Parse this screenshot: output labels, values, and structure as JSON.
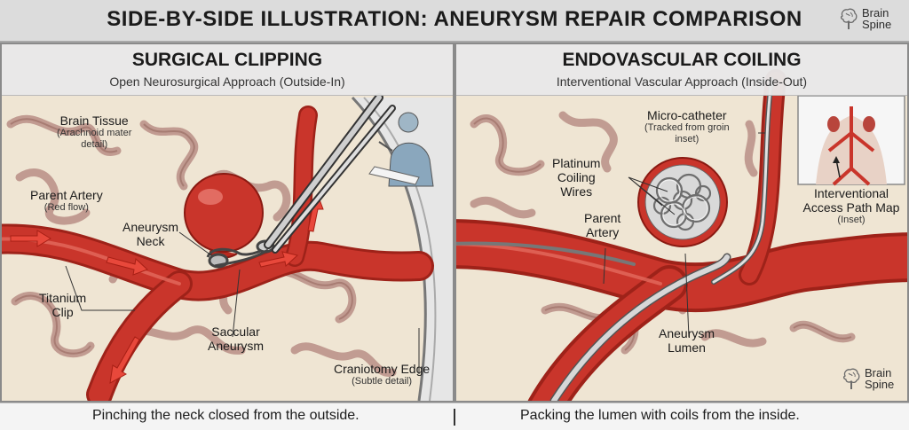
{
  "title": "SIDE-BY-SIDE ILLUSTRATION: ANEURYSM REPAIR COMPARISON",
  "logo": {
    "line1": "Brain",
    "line2": "Spine"
  },
  "colors": {
    "artery": "#c9352b",
    "artery_dark": "#9e2219",
    "tissue": "#efe5d3",
    "sulcus": "#b98f86",
    "background": "#e9e9e9"
  },
  "left_panel": {
    "title": "SURGICAL CLIPPING",
    "subtitle": "Open Neurosurgical Approach (Outside-In)",
    "labels": {
      "brain_tissue": "Brain Tissue",
      "brain_tissue_note1": "(Arachnoid mater",
      "brain_tissue_note2": "detail)",
      "parent_artery": "Parent Artery",
      "parent_artery_note": "(Red flow)",
      "aneurysm_neck1": "Aneurysm",
      "aneurysm_neck2": "Neck",
      "titanium_clip1": "Titanium",
      "titanium_clip2": "Clip",
      "saccular_aneurysm1": "Saccular",
      "saccular_aneurysm2": "Aneurysm",
      "craniotomy_edge": "Craniotomy Edge",
      "craniotomy_note": "(Subtle detail)"
    },
    "caption": "Pinching the neck closed from the outside."
  },
  "right_panel": {
    "title": "ENDOVASCULAR COILING",
    "subtitle": "Interventional Vascular Approach (Inside-Out)",
    "labels": {
      "micro_catheter": "Micro-catheter",
      "micro_catheter_note1": "(Tracked from groin",
      "micro_catheter_note2": "inset)",
      "platinum1": "Platinum",
      "platinum2": "Coiling",
      "platinum3": "Wires",
      "parent_artery1": "Parent",
      "parent_artery2": "Artery",
      "aneurysm_lumen1": "Aneurysm",
      "aneurysm_lumen2": "Lumen",
      "inset_title1": "Interventional",
      "inset_title2": "Access Path Map",
      "inset_note": "(Inset)"
    },
    "caption": "Packing the lumen with coils from the inside."
  }
}
